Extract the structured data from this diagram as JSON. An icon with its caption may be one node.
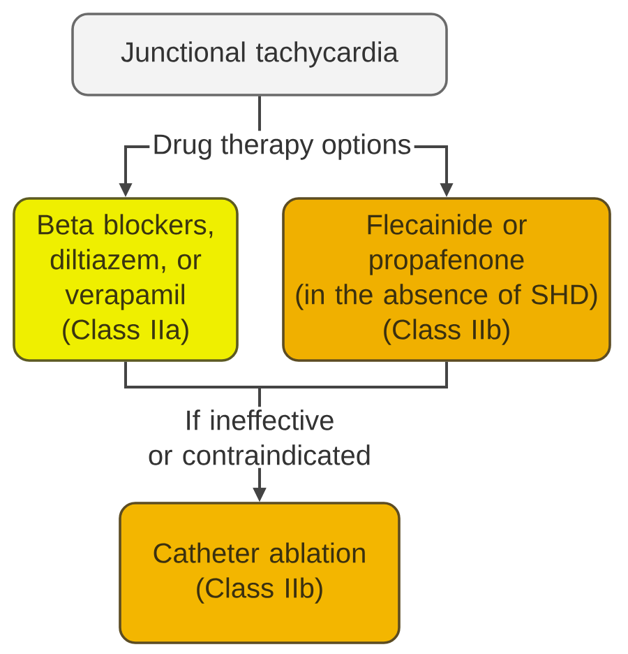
{
  "diagram": {
    "nodes": [
      {
        "text": [
          "Junctional tachycardia"
        ]
      },
      {
        "text": [
          "Beta blockers, diltiazem, or verapamil",
          "(Class IIa)"
        ]
      },
      {
        "text": [
          "Flecainide or propafenone",
          "(in the absence of SHD)",
          "(Class IIb)"
        ]
      },
      {
        "text": [
          "Catheter ablation",
          "(Class IIb)"
        ]
      }
    ],
    "edges": [
      {
        "from": 0,
        "to": 1,
        "arrow": "to",
        "label": "Drug therapy options"
      },
      {
        "from": 0,
        "to": 2,
        "arrow": "to"
      },
      {
        "from": 1,
        "to": 3,
        "arrow": "to",
        "label": "If ineffective or contraindicated"
      },
      {
        "from": 2,
        "to": 3,
        "arrow": "to"
      }
    ]
  }
}
